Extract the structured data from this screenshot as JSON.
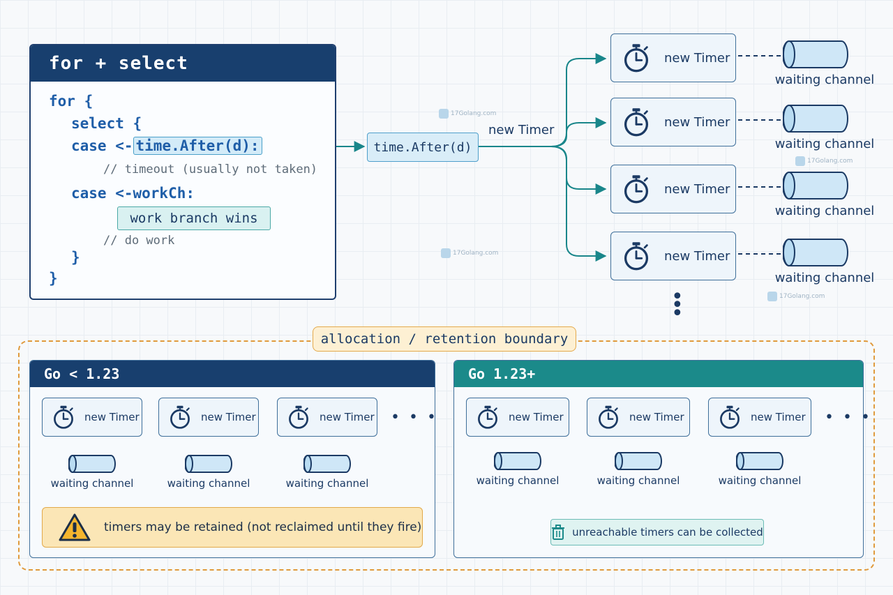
{
  "watermark": "17Golang.com",
  "code_panel": {
    "title": "for + select",
    "line1": "for {",
    "line2_kw": "select",
    "line2_rest": " {",
    "line3_kw": "case",
    "line3_op": " <-",
    "line3_hl": "time.After(d):",
    "line4": "// timeout (usually not taken)",
    "line5_kw": "case",
    "line5_rest": " <-workCh:",
    "work_branch": "work branch wins",
    "line6": "// do work",
    "line7": "}",
    "line8": "}"
  },
  "middle": {
    "after_node": "time.After(d)",
    "new_timer": "new Timer"
  },
  "right_stack": {
    "timers": [
      "new Timer",
      "new Timer",
      "new Timer",
      "new Timer"
    ],
    "channels": [
      "waiting channel",
      "waiting channel",
      "waiting channel",
      "waiting channel"
    ],
    "more": "⋮"
  },
  "boundary": {
    "label": "allocation / retention boundary"
  },
  "old_panel": {
    "title": "Go < 1.23",
    "timers": [
      "new Timer",
      "new Timer",
      "new Timer"
    ],
    "channels": [
      "waiting channel",
      "waiting channel",
      "waiting channel"
    ],
    "more": "• • •",
    "warning": "timers may be retained (not reclaimed until they fire)",
    "header_color": "#183f6e"
  },
  "new_panel": {
    "title": "Go 1.23+",
    "timers": [
      "new Timer",
      "new Timer",
      "new Timer"
    ],
    "channels": [
      "waiting channel",
      "waiting channel",
      "waiting channel"
    ],
    "more": "• • •",
    "collect": "unreachable timers can be collected",
    "header_color": "#1b8a8a"
  },
  "icons": [
    "stopwatch-icon",
    "cylinder-channel-icon",
    "warning-icon",
    "trash-icon"
  ]
}
